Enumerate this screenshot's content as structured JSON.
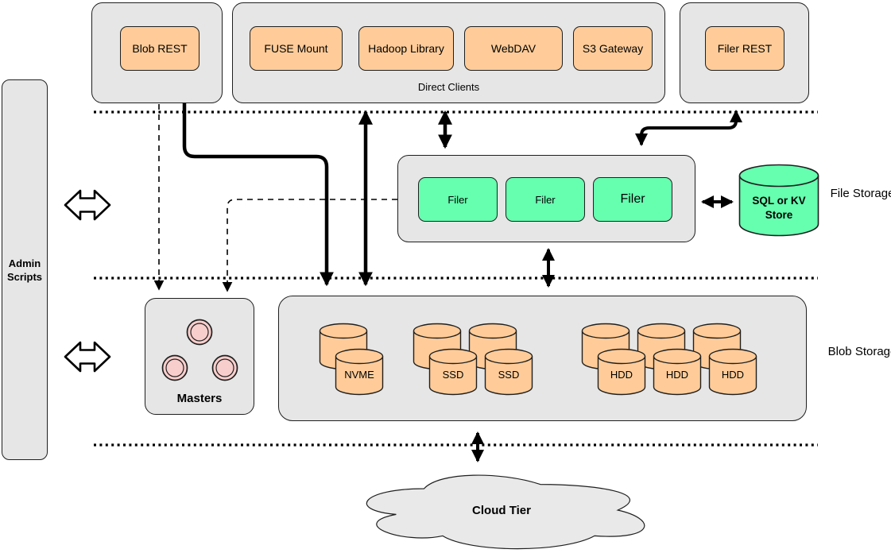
{
  "admin": {
    "label": "Admin Scripts"
  },
  "clients": {
    "blob_rest": "Blob REST",
    "direct": {
      "caption": "Direct Clients",
      "items": [
        "FUSE Mount",
        "Hadoop Library",
        "WebDAV",
        "S3 Gateway"
      ]
    },
    "filer_rest": "Filer REST"
  },
  "file_storage": {
    "layer_label": "File Storage",
    "filers": [
      "Filer",
      "Filer",
      "Filer"
    ],
    "store_label": "SQL or KV Store"
  },
  "blob_storage": {
    "layer_label": "Blob Storage",
    "masters_label": "Masters",
    "nvme": [
      "NVME"
    ],
    "ssd": [
      "SSD",
      "SSD"
    ],
    "hdd": [
      "HDD",
      "HDD",
      "HDD"
    ]
  },
  "cloud": {
    "label": "Cloud Tier"
  },
  "colors": {
    "container": "#e6e6e6",
    "cloud": "#e9e9e9",
    "client": "#ffcc99",
    "filer": "#66ffb0",
    "store": "#66ffb0",
    "master_node": "#f8cecc"
  }
}
